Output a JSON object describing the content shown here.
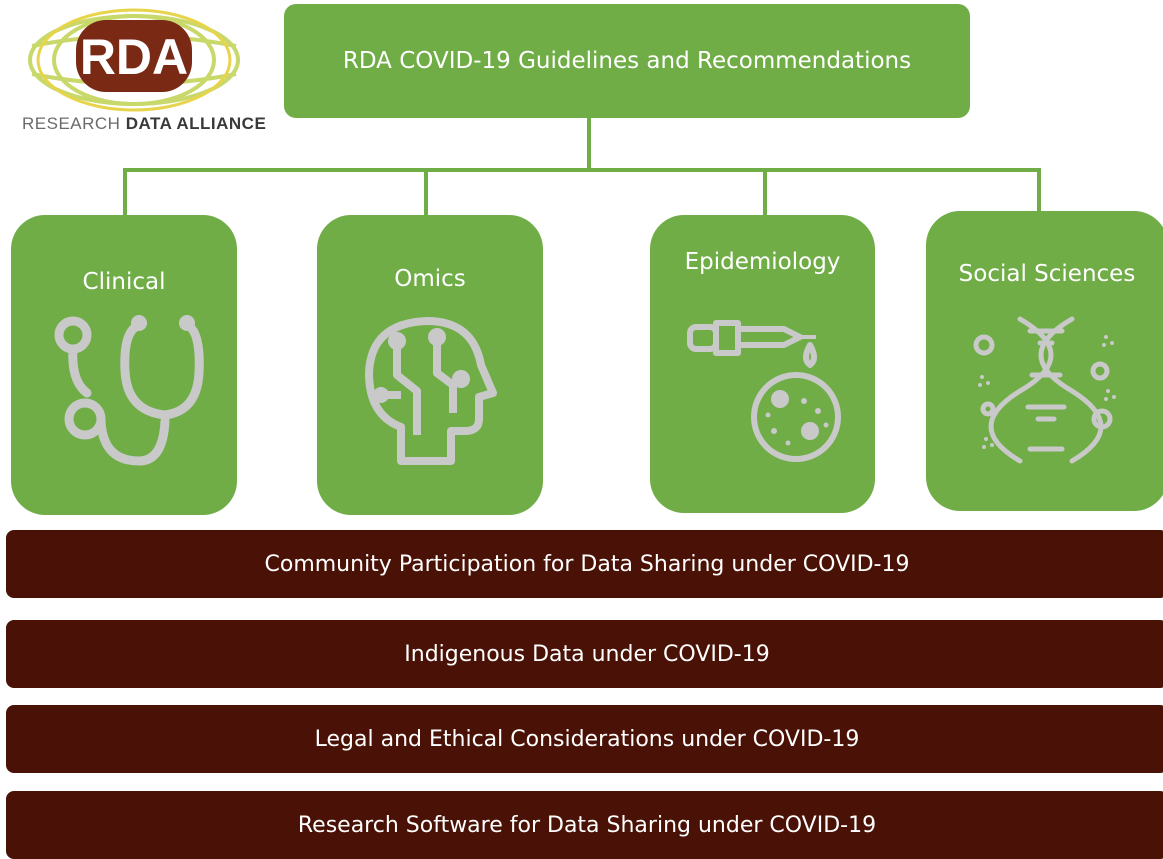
{
  "logo": {
    "mark": "RDA",
    "tagline_part1": "RESEARCH ",
    "tagline_part2": "DATA ALLIANCE",
    "icon": "rda-globe-logo"
  },
  "root": {
    "title": "RDA COVID-19 Guidelines and Recommendations"
  },
  "categories": [
    {
      "label": "Clinical",
      "icon": "stethoscope-icon"
    },
    {
      "label": "Omics",
      "icon": "head-circuit-icon"
    },
    {
      "label": "Epidemiology",
      "icon": "pipette-petri-dish-icon"
    },
    {
      "label": "Social Sciences",
      "icon": "dna-helix-icon"
    }
  ],
  "bars": [
    {
      "label": "Community Participation for Data Sharing under COVID-19"
    },
    {
      "label": "Indigenous Data under COVID-19"
    },
    {
      "label": "Legal and Ethical Considerations under COVID-19"
    },
    {
      "label": "Research Software for Data Sharing under COVID-19"
    }
  ],
  "colors": {
    "green": "#70ad47",
    "brown": "#4a1206",
    "icon_gray": "#c9c9c9",
    "logo_brown": "#7a2a14",
    "logo_yellow": "#e8d44a"
  }
}
